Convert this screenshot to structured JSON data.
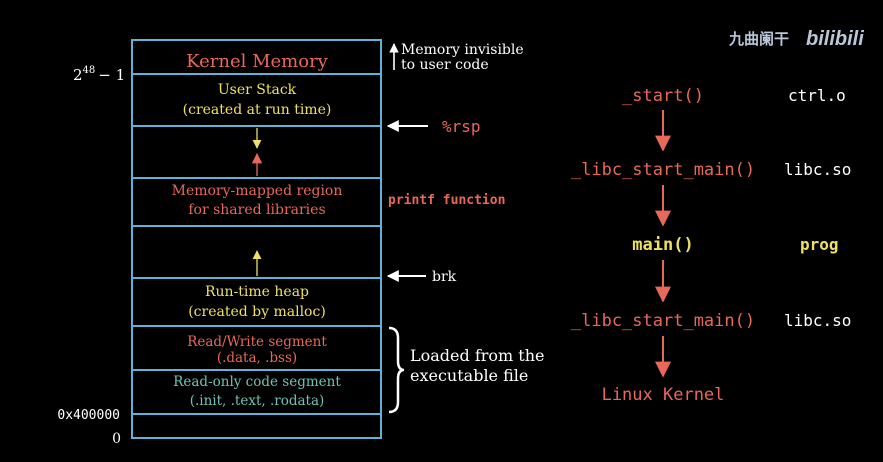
{
  "colors": {
    "background": "#000000",
    "box_border": "#5fb3d9",
    "red": "#e8685a",
    "yellow": "#eee066",
    "teal": "#6fc2b3",
    "white": "#ffffff",
    "blue_gray": "#b9c7d9"
  },
  "memory_layout": {
    "addr_top_base": "2",
    "addr_top_exp": "48",
    "addr_top_suffix": "− 1",
    "addr_text_start": "0x400000",
    "addr_zero": "0",
    "kernel": "Kernel Memory",
    "stack_line1": "User Stack",
    "stack_line2": "(created at run time)",
    "mmap_line1": "Memory-mapped region",
    "mmap_line2": "for shared libraries",
    "heap_line1": "Run-time heap",
    "heap_line2": "(created by malloc)",
    "rw_line1": "Read/Write segment",
    "rw_line2": "(.data, .bss)",
    "ro_line1": "Read-only code segment",
    "ro_line2": "(.init, .text, .rodata)"
  },
  "annotations": {
    "invisible_line1": "Memory invisible",
    "invisible_line2": "to user code",
    "rsp": "%rsp",
    "printf": "printf function",
    "brk": "brk",
    "loaded_line1": "Loaded from the",
    "loaded_line2": "executable file"
  },
  "call_chain": [
    {
      "func": "_start()",
      "lib": "ctrl.o"
    },
    {
      "func": "_libc_start_main()",
      "lib": "libc.so"
    },
    {
      "func": "main()",
      "lib": "prog"
    },
    {
      "func": "_libc_start_main()",
      "lib": "libc.so"
    },
    {
      "func": "Linux Kernel",
      "lib": ""
    }
  ],
  "watermark": {
    "channel": "九曲阑干",
    "logo": "bilibili"
  }
}
